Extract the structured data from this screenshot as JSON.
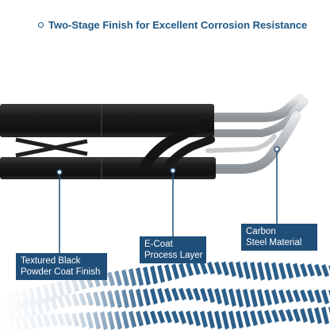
{
  "headline": {
    "text": "Two-Stage Finish for Excellent Corrosion Resistance",
    "icon": "circle-bullet-icon"
  },
  "callouts": [
    {
      "id": "powder",
      "lines": [
        "Textured Black",
        "Powder Coat Finish"
      ]
    },
    {
      "id": "ecoat",
      "lines": [
        "E-Coat",
        "Process Layer"
      ]
    },
    {
      "id": "carbon",
      "lines": [
        "Carbon",
        "Steel Material"
      ]
    }
  ],
  "colors": {
    "brand_blue": "#1f4e79",
    "headline_blue": "#1d5784",
    "tube_black": "#1b1b1b",
    "steel": "#b8bcc0",
    "tread": "#2c5f8a"
  }
}
